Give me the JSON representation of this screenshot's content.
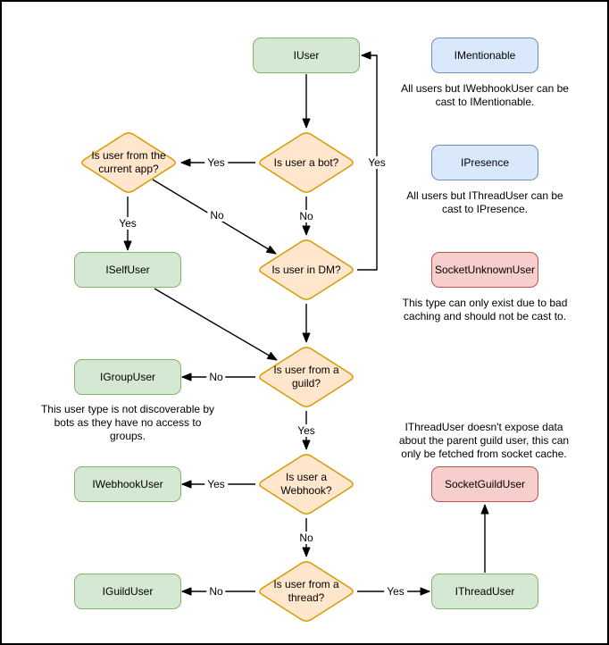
{
  "colors": {
    "canvas_bg": "#ffffff",
    "outer_border": "#000000",
    "line": "#000000",
    "green_fill": "#d5e8d4",
    "green_stroke": "#82b366",
    "blue_fill": "#dae8fc",
    "blue_stroke": "#6c8ebf",
    "red_fill": "#f8cecc",
    "red_stroke": "#b85450",
    "orange_fill": "#ffe6cc",
    "orange_stroke": "#d79b00"
  },
  "boxes": {
    "iuser": "IUser",
    "imentionable": "IMentionable",
    "ipresence": "IPresence",
    "socket_unknown_user": "SocketUnknownUser",
    "iself_user": "ISelfUser",
    "igroup_user": "IGroupUser",
    "iwebhook_user": "IWebhookUser",
    "iguild_user": "IGuildUser",
    "ithread_user": "IThreadUser",
    "socket_guild_user": "SocketGuildUser"
  },
  "decisions": {
    "is_bot": "Is user a bot?",
    "is_current_app": "Is user from the\ncurrent app?",
    "is_dm": "Is user in DM?",
    "is_guild": "Is user from a\nguild?",
    "is_webhook": "Is user a\nWebhook?",
    "is_thread": "Is user from a\nthread?"
  },
  "edge_labels": {
    "bot_yes": "Yes",
    "bot_no": "No",
    "dm_yes": "Yes",
    "current_app_yes": "Yes",
    "current_app_no": "No",
    "guild_no": "No",
    "guild_yes": "Yes",
    "webhook_yes": "Yes",
    "webhook_no": "No",
    "thread_no": "No",
    "thread_yes": "Yes"
  },
  "captions": {
    "imentionable": "All users but IWebhookUser can be\ncast to IMentionable.",
    "ipresence": "All users but IThreadUser can be\ncast to IPresence.",
    "socket_unknown_user": "This type can only exist due to bad\ncaching and should not be cast to.",
    "igroup_user": "This user type is not discoverable by\nbots as they have no access to\ngroups.",
    "ithread_user": "IThreadUser doesn't expose data\nabout the parent guild user, this can\nonly be fetched from socket cache."
  }
}
